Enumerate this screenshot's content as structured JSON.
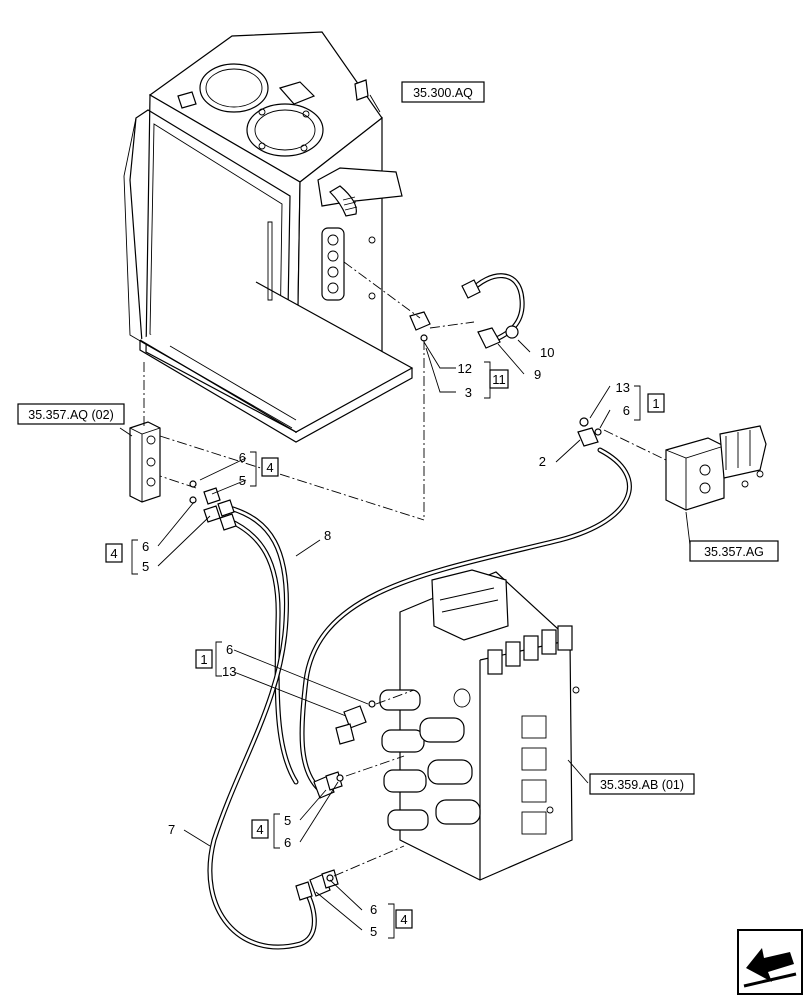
{
  "references": {
    "tank": "35.300.AQ",
    "left_block": "35.357.AQ (02)",
    "right_block": "35.357.AG",
    "control_valve": "35.359.AB (01)"
  },
  "callouts": {
    "p2": "2",
    "p3": "3",
    "p5a": "5",
    "p5b": "5",
    "p5c": "5",
    "p5d": "5",
    "p6a": "6",
    "p6b": "6",
    "p6c": "6",
    "p6d": "6",
    "p6e": "6",
    "p6f": "6",
    "p7": "7",
    "p8": "8",
    "p9": "9",
    "p10": "10",
    "p12": "12",
    "p13a": "13",
    "p13b": "13"
  },
  "kits": {
    "k1a": "1",
    "k1b": "1",
    "k4a": "4",
    "k4b": "4",
    "k4c": "4",
    "k4d": "4",
    "k11": "11"
  },
  "nav": {
    "icon": "next-page-arrow-icon"
  }
}
